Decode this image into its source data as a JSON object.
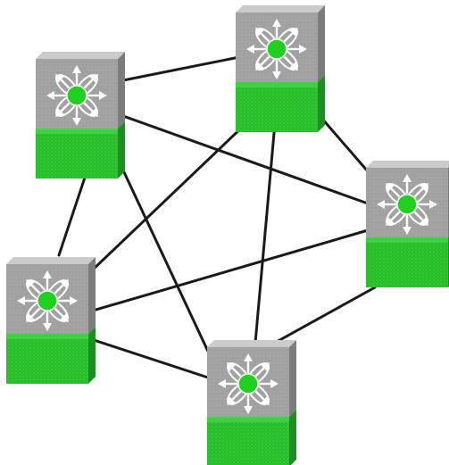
{
  "diagram": {
    "type": "full-mesh network topology",
    "node_icon": "multilayer-switch-icon",
    "node_count": 5,
    "link_count": 10,
    "colors": {
      "chassis_top": "#a3a3a3",
      "chassis_top_light": "#cbcbcb",
      "chassis_side": "#7d7d7d",
      "chassis_base": "#27c02b",
      "chassis_base_light": "#50d853",
      "chassis_base_side": "#1b8f1f",
      "hub": "#1fd01f",
      "link": "#1a1a1a",
      "background": "#ffffff"
    },
    "nodes": [
      {
        "id": "switch-top-left"
      },
      {
        "id": "switch-top-right"
      },
      {
        "id": "switch-right"
      },
      {
        "id": "switch-bottom-center"
      },
      {
        "id": "switch-left"
      }
    ],
    "links": [
      {
        "from": "switch-top-left",
        "to": "switch-top-right"
      },
      {
        "from": "switch-top-left",
        "to": "switch-right"
      },
      {
        "from": "switch-top-left",
        "to": "switch-bottom-center"
      },
      {
        "from": "switch-top-left",
        "to": "switch-left"
      },
      {
        "from": "switch-top-right",
        "to": "switch-right"
      },
      {
        "from": "switch-top-right",
        "to": "switch-bottom-center"
      },
      {
        "from": "switch-top-right",
        "to": "switch-left"
      },
      {
        "from": "switch-right",
        "to": "switch-bottom-center"
      },
      {
        "from": "switch-right",
        "to": "switch-left"
      },
      {
        "from": "switch-left",
        "to": "switch-bottom-center"
      }
    ]
  }
}
